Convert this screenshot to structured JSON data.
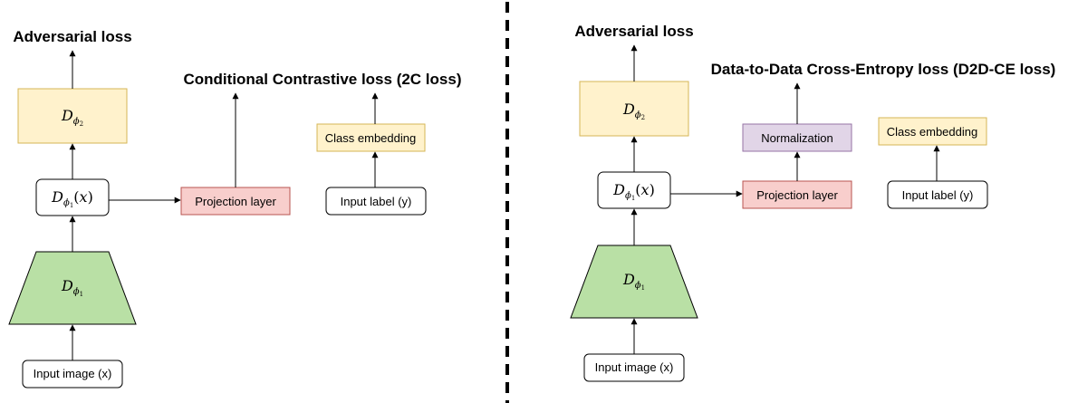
{
  "colors": {
    "yellow_fill": "#fff2cc",
    "yellow_stroke": "#d6b656",
    "green_fill": "#b9e0a5",
    "green_stroke": "#000000",
    "red_fill": "#f8cecc",
    "red_stroke": "#b85450",
    "purple_fill": "#e1d5e7",
    "purple_stroke": "#9673a6"
  },
  "left": {
    "adversarial_loss": "Adversarial loss",
    "contrastive_loss": "Conditional Contrastive loss (2C loss)",
    "projection_layer": "Projection layer",
    "class_embedding": "Class embedding",
    "input_label": "Input label (y)",
    "input_image": "Input image (x)",
    "d_phi2": {
      "base": "D",
      "sub": "ϕ",
      "subsub": "2"
    },
    "d_phi1_x": {
      "base": "D",
      "sub": "ϕ",
      "subsub": "1",
      "arg_open": "(",
      "arg": "x",
      "arg_close": ")"
    },
    "d_phi1": {
      "base": "D",
      "sub": "ϕ",
      "subsub": "1"
    }
  },
  "right": {
    "adversarial_loss": "Adversarial loss",
    "d2d_loss": "Data-to-Data Cross-Entropy loss (D2D-CE loss)",
    "normalization": "Normalization",
    "projection_layer": "Projection layer",
    "class_embedding": "Class embedding",
    "input_label": "Input label (y)",
    "input_image": "Input image (x)",
    "d_phi2": {
      "base": "D",
      "sub": "ϕ",
      "subsub": "2"
    },
    "d_phi1_x": {
      "base": "D",
      "sub": "ϕ",
      "subsub": "1",
      "arg_open": "(",
      "arg": "x",
      "arg_close": ")"
    },
    "d_phi1": {
      "base": "D",
      "sub": "ϕ",
      "subsub": "1"
    }
  }
}
